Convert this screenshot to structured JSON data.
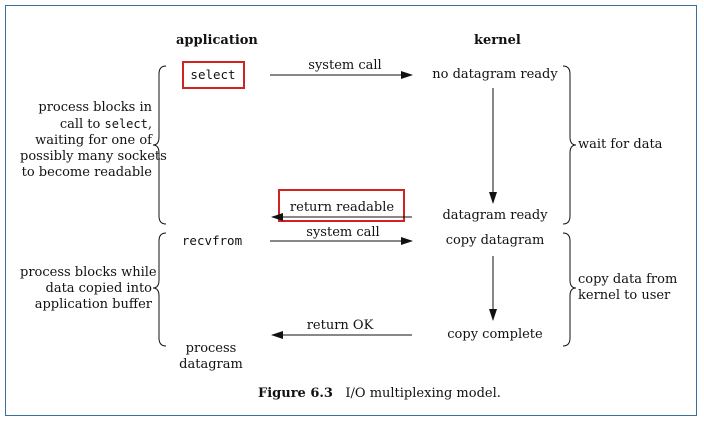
{
  "headers": {
    "application": "application",
    "kernel": "kernel"
  },
  "row1": {
    "app_call": "select",
    "arrow_label": "system call",
    "kernel_state": "no datagram ready"
  },
  "row2": {
    "arrow_label": "return readable",
    "kernel_state": "datagram ready"
  },
  "row3": {
    "app_call": "recvfrom",
    "arrow_label": "system call",
    "kernel_state": "copy datagram"
  },
  "row4": {
    "arrow_label": "return OK",
    "kernel_state": "copy complete"
  },
  "app_final": [
    "process",
    "datagram"
  ],
  "left_note_1": {
    "lines_before": [
      "process blocks in"
    ],
    "call_prefix": "call to ",
    "call_code": "select",
    "call_suffix": ",",
    "lines_after": [
      "waiting for one of",
      "possibly many sockets",
      "to become readable"
    ]
  },
  "left_note_2": [
    "process blocks while",
    "data copied into",
    "application buffer"
  ],
  "right_note_1": "wait for data",
  "right_note_2": [
    "copy data from",
    "kernel to user"
  ],
  "caption": {
    "label": "Figure 6.3",
    "text": "I/O multiplexing model."
  },
  "colors": {
    "highlight": "#d32222",
    "frame": "#3a6f9e",
    "ink": "#111111"
  }
}
